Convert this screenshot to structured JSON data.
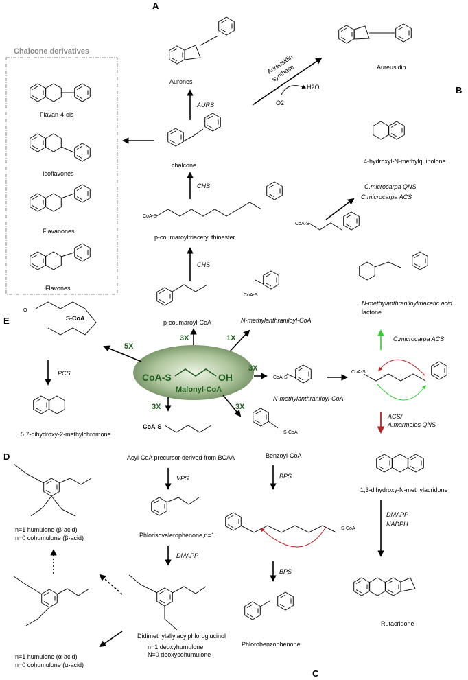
{
  "figure": {
    "panels": {
      "a": "A",
      "b": "B",
      "c": "C",
      "d": "D",
      "e": "E"
    },
    "center": {
      "coa_s": "CoA-S",
      "oh": "OH",
      "name": "Malonyl-CoA"
    },
    "multipliers": {
      "to_coumaroyl": "3X",
      "to_n_methyl_top": "1X",
      "to_n_methyl_right": "3X",
      "to_pcs": "5X",
      "to_bcaa": "3X",
      "to_benzoyl": "3X"
    },
    "chalcone_box": {
      "title": "Chalcone derivatives",
      "items": [
        "Flavan-4-ols",
        "Isoflavones",
        "Flavanones",
        "Flavones"
      ]
    },
    "panel_a": {
      "aurones": "Aurones",
      "aureusidin": "Aureusidin",
      "enzyme_aureusidin_1": "Aureusidin",
      "enzyme_aureusidin_2": "synthase",
      "h2o": "H2O",
      "o2": "O2",
      "aurs": "AURS",
      "chalcone": "chalcone",
      "chs_1": "CHS",
      "triacetyl": "p-coumaroyltriacetyl thioester",
      "chs_2": "CHS",
      "coumaroyl": "p-coumaroyl-CoA"
    },
    "panel_b": {
      "quinolone": "4-hydroxyl-N-methylquinolone",
      "qns_1": "C.microcarpa QNS",
      "qns_2": "C.microcarpa ACS",
      "n_methyl_top": "N-methylanthraniloyl-CoA",
      "lactone_1": "N-methylanthraniloyltriacetic acid",
      "lactone_2": "lactone",
      "acs_green": "C.microcarpa ACS",
      "n_methyl_right": "N-methylanthraniloyl-CoA",
      "acs_red_1": "ACS/",
      "acs_red_2": "A.marmelos QNS",
      "acridone": "1,3-dihydroxy-N-methylacridone",
      "dmapp": "DMAPP",
      "nadph": "NADPH",
      "rutacridone": "Rutacridone"
    },
    "panel_e": {
      "pcs": "PCS",
      "chromone": "5,7-dihydroxy-2-methylchromone",
      "s_coa": "S-CoA"
    },
    "panel_c": {
      "benzoyl": "Benzoyl-CoA",
      "bps_1": "BPS",
      "bps_2": "BPS",
      "phlorobenzophenone": "Phlorobenzophenone"
    },
    "panel_d": {
      "acyl": "Acyl-CoA precursor derived from BCAA",
      "vps": "VPS",
      "phloriso": "Phlorisovalerophenone,n=1",
      "dmapp": "DMAPP",
      "didimethyl": "Didimethylallylacylphloroglucinol",
      "deoxy_1": "n=1 deoxyhumulone",
      "deoxy_2": "N=0 deoxycohumulone",
      "beta_1": "n=1 humulone (β-acid)",
      "beta_2": "n=0 cohumulone (β-acid)",
      "alpha_1": "n=1 humulone (α-acid)",
      "alpha_2": "n=0 cohumulone (α-acid)"
    }
  }
}
